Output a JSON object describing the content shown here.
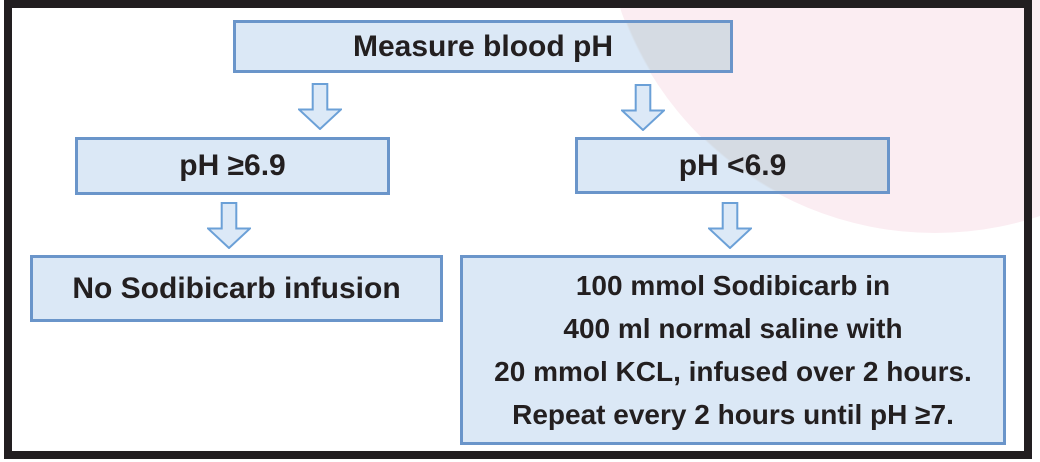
{
  "diagram": {
    "root": "Measure blood pH",
    "branches": {
      "left": {
        "condition": "pH ≥6.9",
        "outcome": "No Sodibicarb infusion"
      },
      "right": {
        "condition": "pH <6.9",
        "outcome_lines": [
          "100 mmol Sodibicarb in",
          "400 ml normal saline with",
          "20 mmol KCL, infused over 2 hours.",
          "Repeat every 2 hours until pH ≥7."
        ]
      }
    }
  },
  "colors": {
    "box_fill": "#dbe8f6",
    "box_fill_shaded": "#d5dbe3",
    "box_border": "#6a95ca",
    "arrow_fill": "#dce9f7",
    "arrow_border": "#6ba0d7",
    "frame": "#221e20",
    "accent_pink": "#fbedf2",
    "text": "#231f20",
    "background": "#ffffff"
  }
}
